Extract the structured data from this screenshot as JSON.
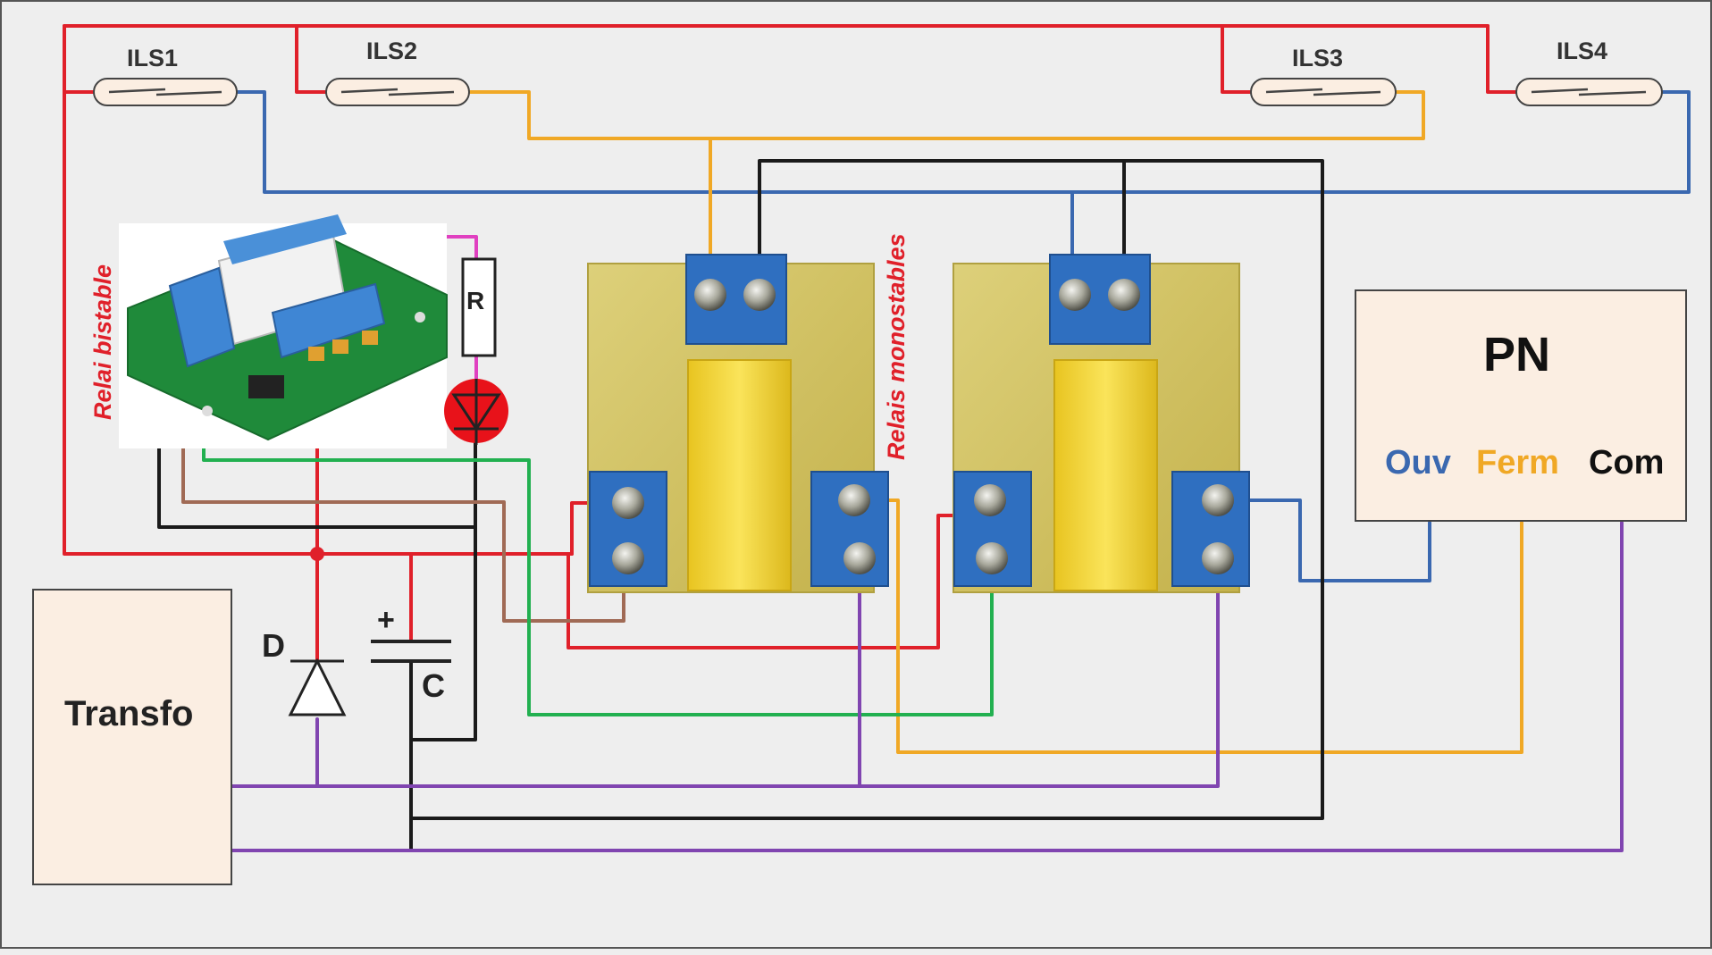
{
  "reed_switches": [
    {
      "id": "ils1",
      "label": "ILS1"
    },
    {
      "id": "ils2",
      "label": "ILS2"
    },
    {
      "id": "ils3",
      "label": "ILS3"
    },
    {
      "id": "ils4",
      "label": "ILS4"
    }
  ],
  "labels": {
    "bistable_relay": "Relai bistable",
    "monostable_relays": "Relais monostables",
    "resistor": "R",
    "diode": "D",
    "capacitor": "C",
    "capacitor_polarity": "+",
    "transformer": "Transfo"
  },
  "pn": {
    "title": "PN",
    "terminals": {
      "open": "Ouv",
      "close": "Ferm",
      "common": "Com"
    }
  },
  "colors": {
    "red": "#e0202a",
    "blue": "#3a68b0",
    "orange": "#f0a825",
    "black": "#1a1a1a",
    "green": "#22b050",
    "brown": "#a06a55",
    "purple": "#8045b0",
    "magenta": "#e040c0",
    "box_fill": "#fbeee2",
    "terminal_blue": "#2f6fc0",
    "relay_yellow": "#f5d535",
    "pcb_yellow": "#d4c25a"
  }
}
